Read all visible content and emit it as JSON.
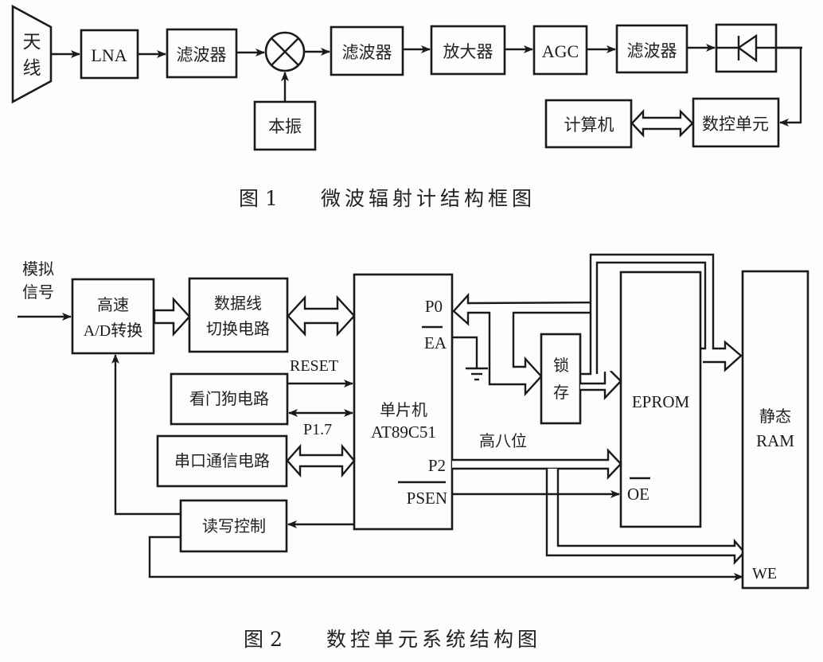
{
  "figure1": {
    "caption_num": "图 1",
    "caption_title": "微波辐射计结构框图",
    "blocks": {
      "antenna_line1": "天",
      "antenna_line2": "线",
      "lna": "LNA",
      "filter1": "滤波器",
      "filter2": "滤波器",
      "amplifier": "放大器",
      "agc": "AGC",
      "filter3": "滤波器",
      "local_osc": "本振",
      "computer": "计算机",
      "digital_control": "数控单元"
    },
    "icons": [
      "mixer-icon",
      "diode-icon"
    ]
  },
  "figure2": {
    "caption_num": "图 2",
    "caption_title": "数控单元系统结构图",
    "labels": {
      "analog_line1": "模拟",
      "analog_line2": "信号",
      "adc_line1": "高速",
      "adc_line2": "A/D转换",
      "switch_line1": "数据线",
      "switch_line2": "切换电路",
      "watchdog": "看门狗电路",
      "serial": "串口通信电路",
      "rw_control": "读写控制",
      "mcu_line1": "单片机",
      "mcu_line2": "AT89C51",
      "p0": "P0",
      "ea": "EA",
      "p2": "P2",
      "psen": "PSEN",
      "reset": "RESET",
      "p17": "P1.7",
      "high8": "高八位",
      "latch_line1": "锁",
      "latch_line2": "存",
      "eprom": "EPROM",
      "oe": "OE",
      "ram_line1": "静态",
      "ram_line2": "RAM",
      "we": "WE"
    }
  }
}
